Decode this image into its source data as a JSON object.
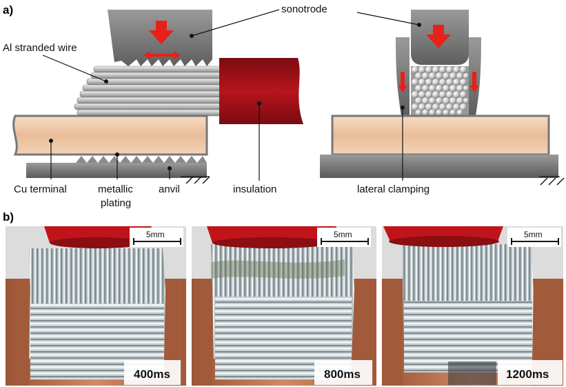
{
  "panel_a": {
    "label": "a)",
    "labels": {
      "sonotrode_left": "sonotrode",
      "stranded_wire": "Al stranded wire",
      "cu_terminal": "Cu terminal",
      "metallic_plating_1": "metallic",
      "metallic_plating_2": "plating",
      "anvil": "anvil",
      "insulation": "insulation",
      "lateral_clamping": "lateral clamping"
    }
  },
  "panel_b": {
    "label": "b)",
    "photos": [
      {
        "time": "400ms",
        "scale": "5mm"
      },
      {
        "time": "800ms",
        "scale": "5mm"
      },
      {
        "time": "1200ms",
        "scale": "5mm"
      }
    ]
  },
  "colors": {
    "arrow": "#e8201a",
    "insulation": "#a01218",
    "terminal": "#f0c8a8",
    "anvil": "#7a7a7a",
    "copper": "#b86a48"
  }
}
